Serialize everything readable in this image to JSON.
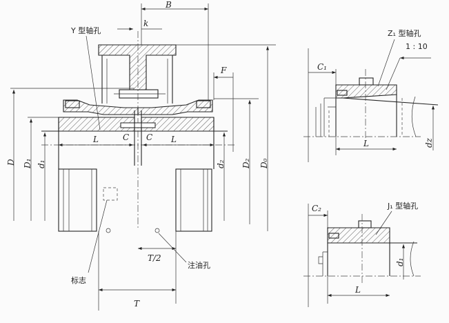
{
  "main_view": {
    "labels": {
      "B": "B",
      "k": "k",
      "y_bore": "Y 型轴孔",
      "F": "F",
      "D": "D",
      "D1": "D₁",
      "d1": "d₁",
      "L_left": "L",
      "C_left": "C",
      "C_right": "C",
      "L_right": "L",
      "d2": "d₂",
      "D2": "D₂",
      "D0": "D₀",
      "T_half": "T/2",
      "oil_hole": "注油孔",
      "mark": "标志",
      "T": "T"
    }
  },
  "z1_view": {
    "labels": {
      "C1": "C₁",
      "bore_type": "Z₁ 型轴孔",
      "taper": "1 : 10",
      "L": "L",
      "dz": "dz"
    }
  },
  "j1_view": {
    "labels": {
      "C2": "C₂",
      "bore_type": "J₁ 型轴孔",
      "d1": "d₁",
      "L": "L"
    }
  }
}
